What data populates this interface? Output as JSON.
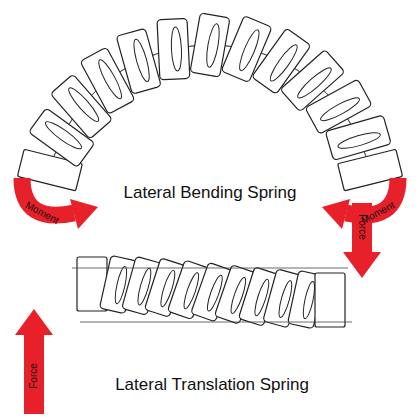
{
  "diagram": {
    "labels": [
      "Lateral Bending Spring",
      "Moment",
      "Moment",
      "Force",
      "Lateral Translation Spring",
      "Force"
    ]
  }
}
